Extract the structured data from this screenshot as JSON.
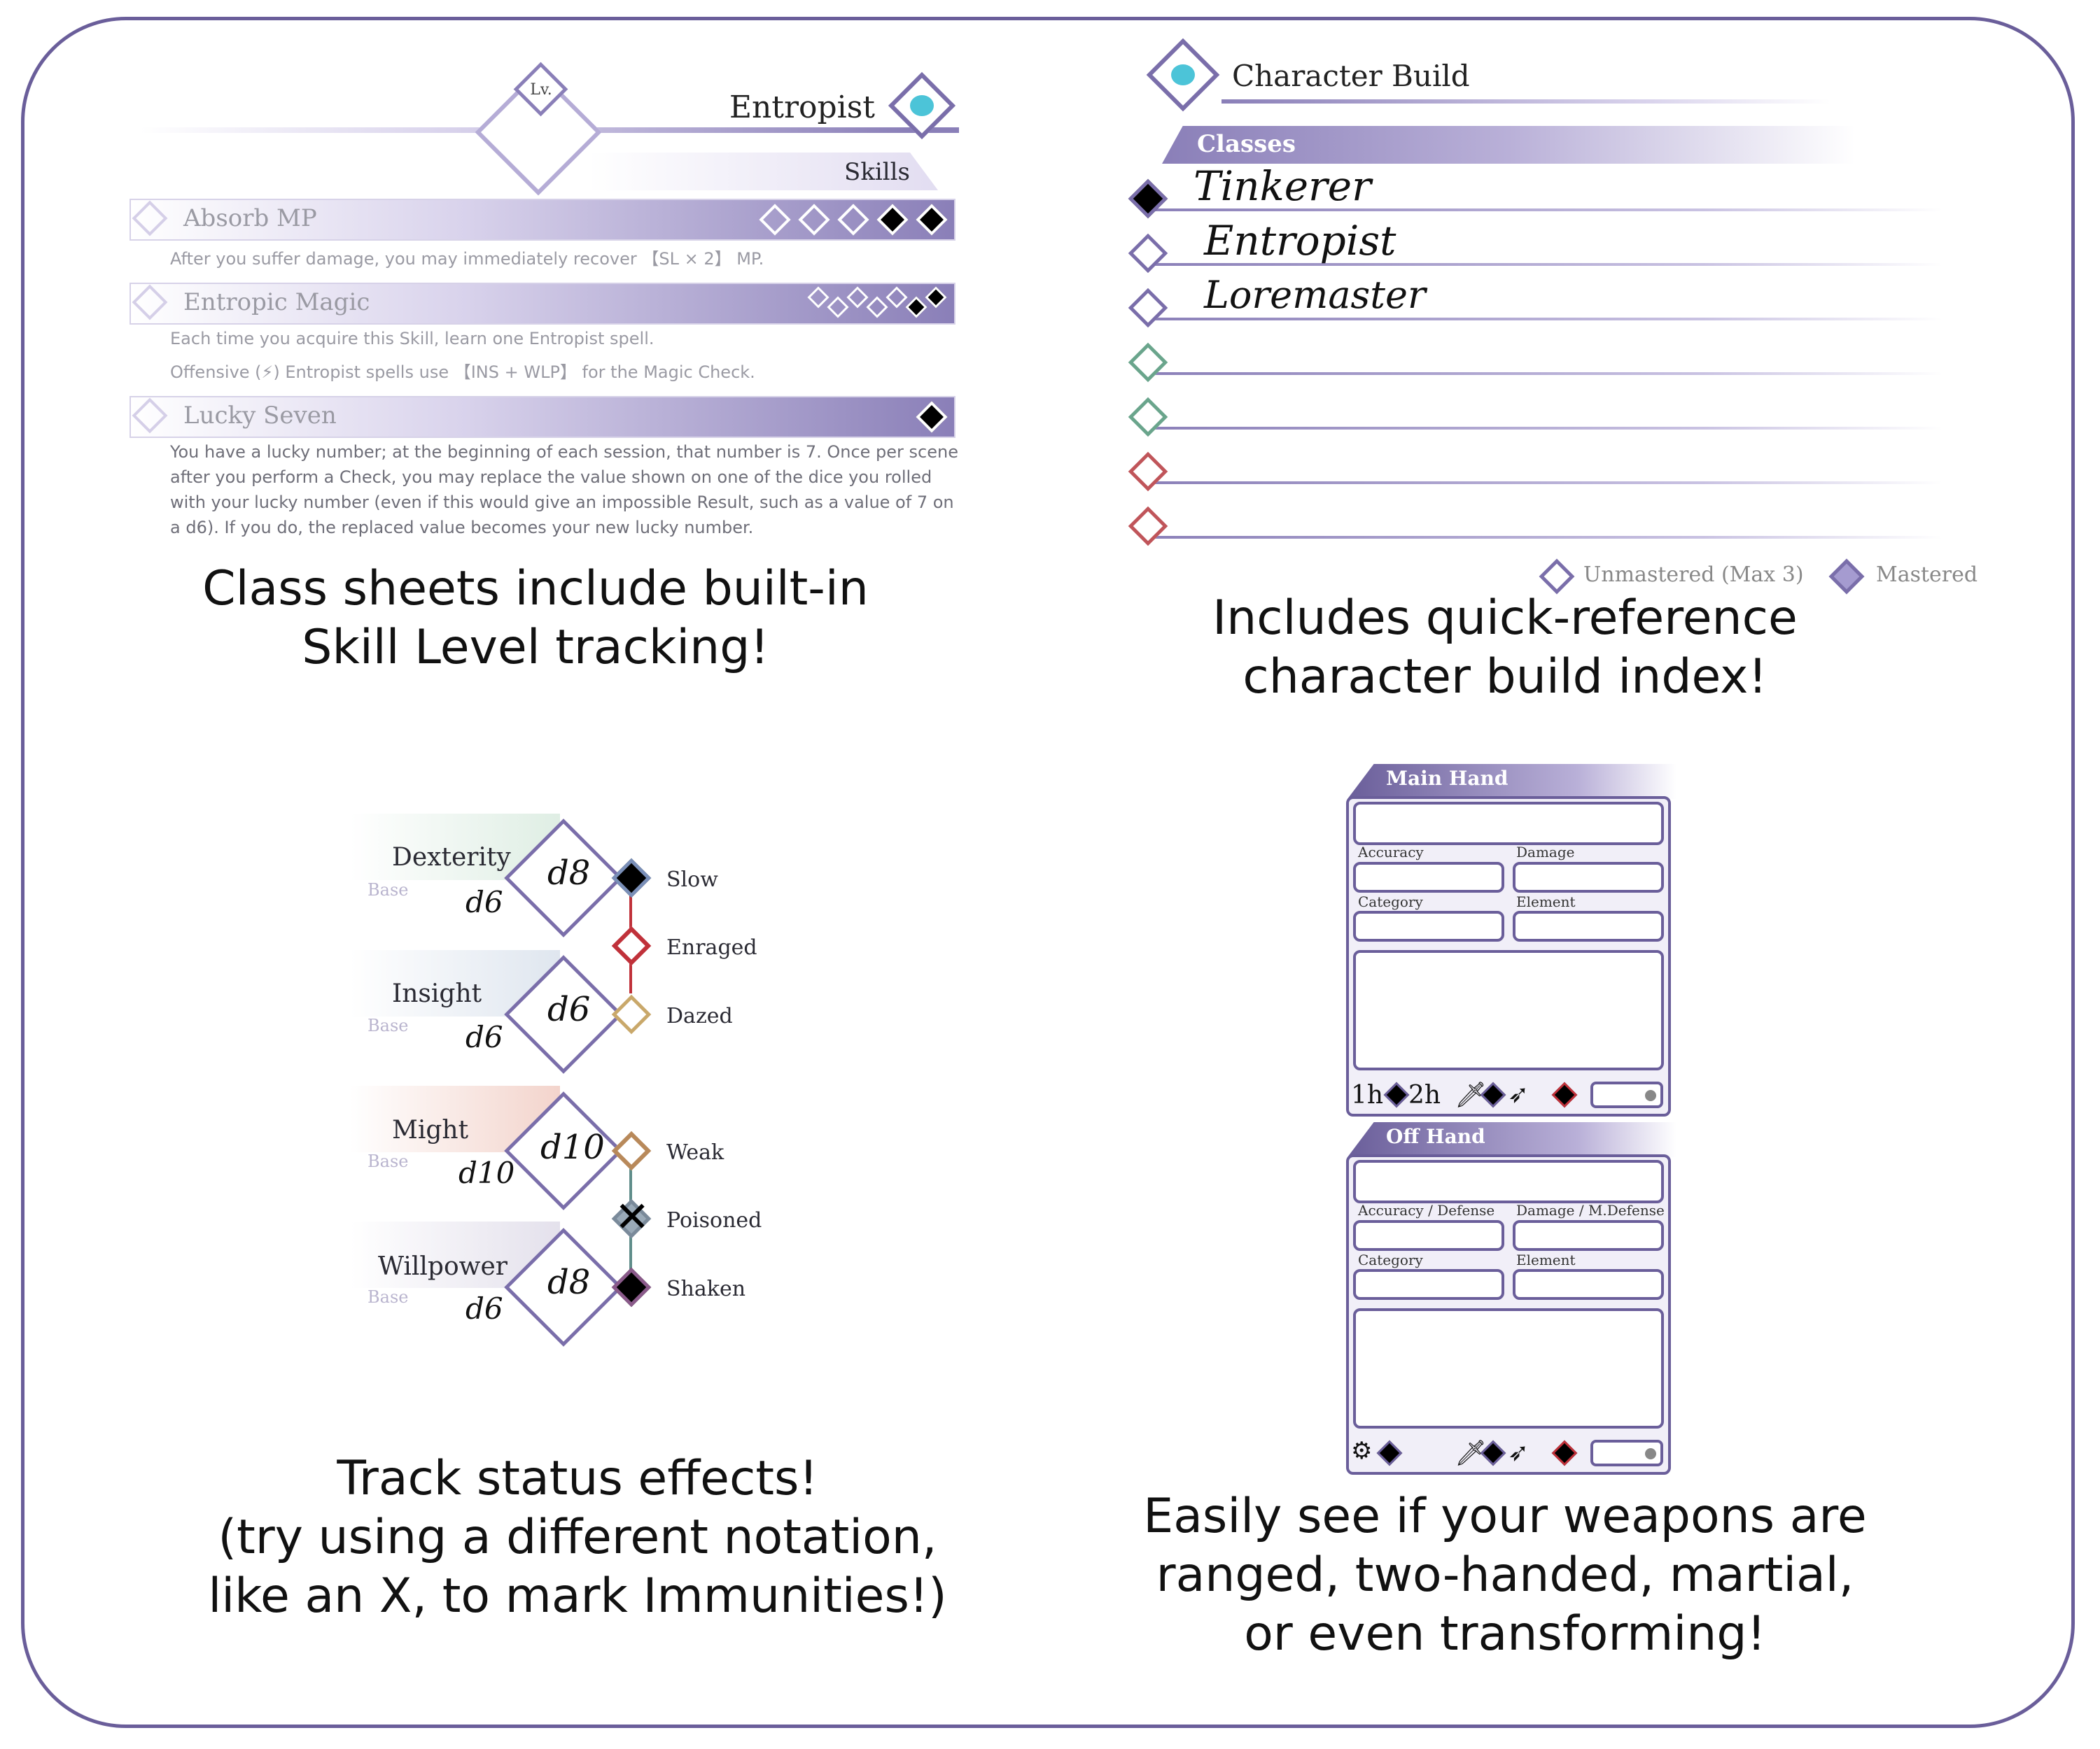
{
  "skills_panel": {
    "level_label": "Lv.",
    "class_name": "Entropist",
    "skills_header": "Skills",
    "skills": [
      {
        "name": "Absorb MP",
        "desc_lines": [
          "After you suffer damage, you may immediately recover 【SL × 2】 MP."
        ]
      },
      {
        "name": "Entropic Magic",
        "desc_lines": [
          "Each time you acquire this Skill, learn one Entropist spell.",
          "Offensive (⚡) Entropist spells use 【INS + WLP】 for the Magic Check."
        ]
      },
      {
        "name": "Lucky Seven",
        "desc_lines": [
          "You have a lucky number; at the beginning of each session, that number is 7. Once per scene",
          "after you perform a Check, you may replace the value shown on one of the dice you rolled",
          "with your lucky number (even if this would give an impossible Result, such as a value of 7 on",
          "a d6). If you do, the replaced value becomes your new lucky number."
        ]
      }
    ],
    "caption": [
      "Class sheets include built-in",
      "Skill Level tracking!"
    ]
  },
  "build_panel": {
    "title": "Character Build",
    "classes_header": "Classes",
    "classes": [
      "Tinkerer",
      "Entropist",
      "Loremaster",
      "",
      "",
      "",
      ""
    ],
    "legend_unmastered": "Unmastered (Max 3)",
    "legend_mastered": "Mastered",
    "caption": [
      "Includes quick-reference",
      "character build index!"
    ]
  },
  "status_panel": {
    "attributes": [
      {
        "name": "Dexterity",
        "base_label": "Base",
        "base": "d6",
        "current": "d8"
      },
      {
        "name": "Insight",
        "base_label": "Base",
        "base": "d6",
        "current": "d6"
      },
      {
        "name": "Might",
        "base_label": "Base",
        "base": "d10",
        "current": "d10"
      },
      {
        "name": "Willpower",
        "base_label": "Base",
        "base": "d6",
        "current": "d8"
      }
    ],
    "statuses": [
      "Slow",
      "Enraged",
      "Dazed",
      "Weak",
      "Poisoned",
      "Shaken"
    ],
    "caption": [
      "Track status effects!",
      "(try using a different notation,",
      "like an X, to mark Immunities!)"
    ]
  },
  "weapons_panel": {
    "main_hand": {
      "title": "Main Hand",
      "f1": "Accuracy",
      "f2": "Damage",
      "f3": "Category",
      "f4": "Element",
      "hand1": "1h",
      "hand2": "2h"
    },
    "off_hand": {
      "title": "Off Hand",
      "f1": "Accuracy / Defense",
      "f2": "Damage / M.Defense",
      "f3": "Category",
      "f4": "Element"
    },
    "caption": [
      "Easily see if your weapons are",
      "ranged, two-handed, martial,",
      "or even transforming!"
    ]
  },
  "colors": {
    "accent": "#6a5e9a",
    "accent_light": "#d9d3ec",
    "green": "#6aa58c",
    "red": "#c0555a"
  }
}
